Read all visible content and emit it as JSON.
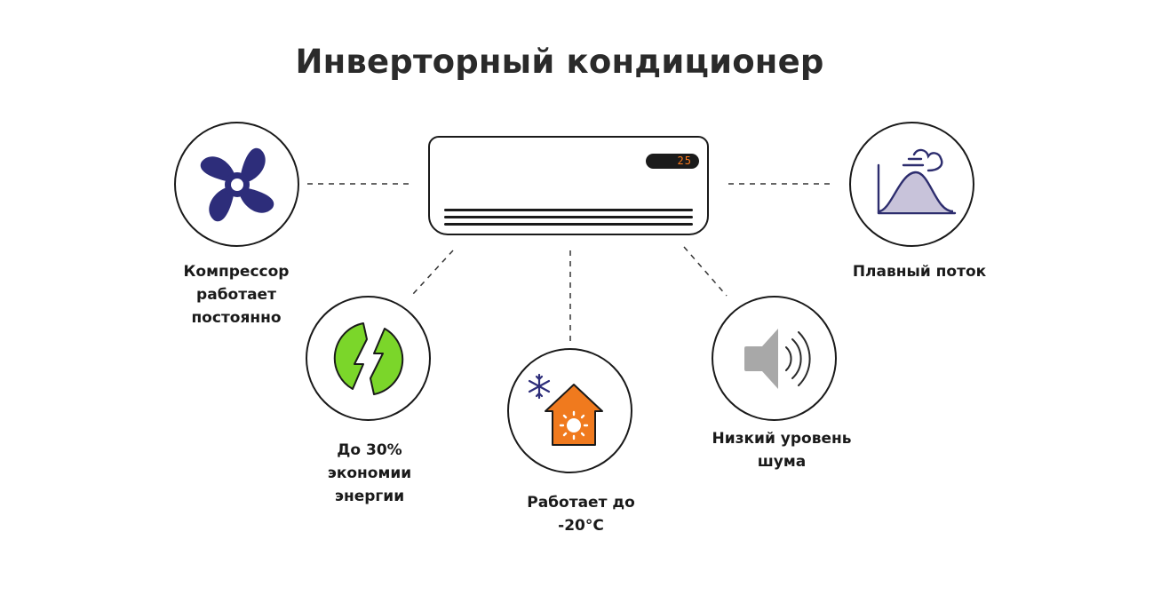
{
  "title": "Инверторный кондиционер",
  "ac_unit": {
    "display_temp": "25"
  },
  "features": [
    {
      "id": "compressor",
      "icon": "fan-icon",
      "label": "Компрессор\nработает\nпостоянно"
    },
    {
      "id": "energy",
      "icon": "lightning-icon",
      "label": "До 30%\nэкономии\nэнергии"
    },
    {
      "id": "temperature",
      "icon": "house-snow-sun-icon",
      "label": "Работает до\n-20°С"
    },
    {
      "id": "noise",
      "icon": "speaker-icon",
      "label": "Низкий уровень\nшума"
    },
    {
      "id": "airflow",
      "icon": "airflow-curve-icon",
      "label": "Плавный поток"
    }
  ],
  "colors": {
    "fan": "#2d2d7a",
    "lightning": "#7bd62a",
    "house": "#f07a1e",
    "speaker": "#a8a8a8",
    "airflow_fill": "#c8c3da",
    "airflow_stroke": "#2d2d6e",
    "snowflake": "#2d2d7a"
  }
}
